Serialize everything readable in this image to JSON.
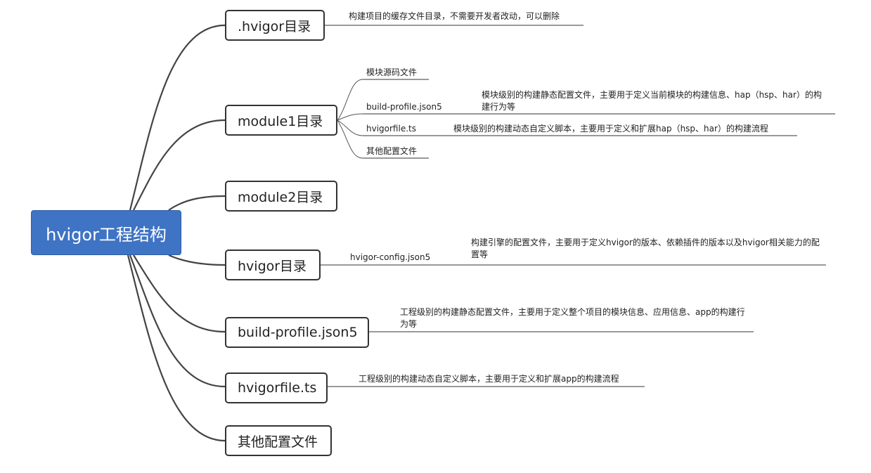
{
  "root": {
    "label": "hvigor工程结构"
  },
  "branches": [
    {
      "label": ".hvigor目录",
      "desc": "构建项目的缓存文件目录，不需要开发者改动，可以删除"
    },
    {
      "label": "module1目录"
    },
    {
      "label": "module2目录"
    },
    {
      "label": "hvigor目录",
      "sub": "hvigor-config.json5",
      "desc": "构建引擎的配置文件，主要用于定义hvigor的版本、依赖插件的版本以及hvigor相关能力的配置等"
    },
    {
      "label": "build-profile.json5",
      "desc": "工程级别的构建静态配置文件，主要用于定义整个项目的模块信息、应用信息、app的构建行为等"
    },
    {
      "label": "hvigorfile.ts",
      "desc": "工程级别的构建动态自定义脚本，主要用于定义和扩展app的构建流程"
    },
    {
      "label": "其他配置文件"
    }
  ],
  "module1_children": [
    {
      "label": "模块源码文件"
    },
    {
      "label": "build-profile.json5",
      "desc": "模块级别的构建静态配置文件，主要用于定义当前模块的构建信息、hap（hsp、har）的构建行为等"
    },
    {
      "label": "hvigorfile.ts",
      "desc": "模块级别的构建动态自定义脚本，主要用于定义和扩展hap（hsp、har）的构建流程"
    },
    {
      "label": "其他配置文件"
    }
  ]
}
